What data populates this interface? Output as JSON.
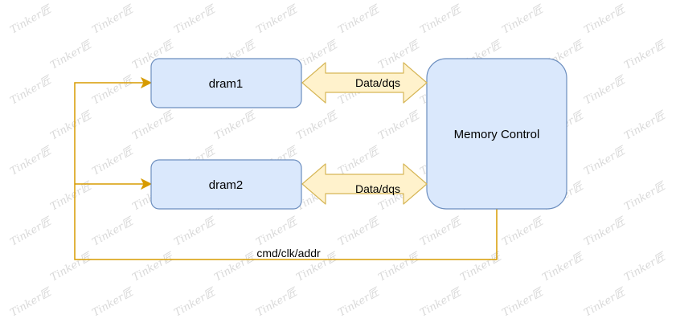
{
  "diagram": {
    "nodes": {
      "dram1": {
        "label": "dram1"
      },
      "dram2": {
        "label": "dram2"
      },
      "memory_control": {
        "label": "Memory Control"
      }
    },
    "edges": {
      "data_dqs_1": {
        "label": "Data/dqs"
      },
      "data_dqs_2": {
        "label": "Data/dqs"
      },
      "cmd_clk_addr": {
        "label": "cmd/clk/addr"
      }
    }
  },
  "watermark": {
    "text": "Tinker匠"
  },
  "colors": {
    "node_fill": "#dae8fc",
    "node_stroke": "#6c8ebf",
    "arrow_fill": "#fff2cc",
    "arrow_stroke": "#d6b656",
    "bus_line": "#d79b00"
  }
}
